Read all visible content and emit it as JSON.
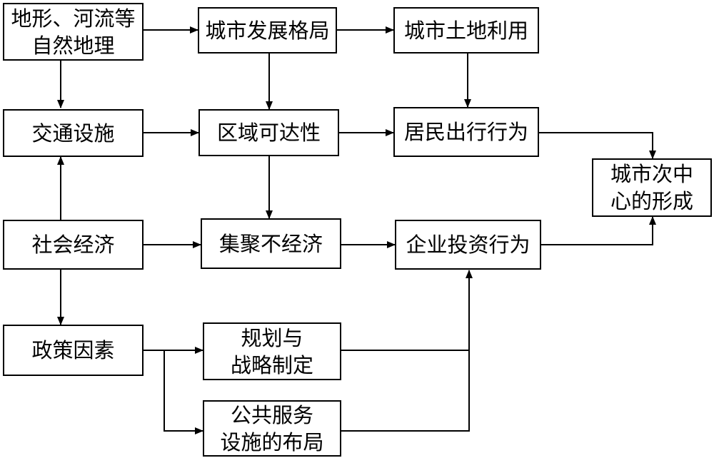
{
  "nodes": {
    "terrain": [
      "地形、河流等",
      "自然地理"
    ],
    "pattern": [
      "城市发展格局"
    ],
    "landuse": [
      "城市土地利用"
    ],
    "transport": [
      "交通设施"
    ],
    "access": [
      "区域可达性"
    ],
    "travel": [
      "居民出行行为"
    ],
    "subcenter": [
      "城市次中",
      "心的形成"
    ],
    "socio": [
      "社会经济"
    ],
    "agglom": [
      "集聚不经济"
    ],
    "enterprise": [
      "企业投资行为"
    ],
    "policy": [
      "政策因素"
    ],
    "planning": [
      "规划与",
      "战略制定"
    ],
    "services": [
      "公共服务",
      "设施的布局"
    ]
  },
  "edges": [
    [
      "terrain",
      "pattern"
    ],
    [
      "pattern",
      "landuse"
    ],
    [
      "terrain",
      "transport"
    ],
    [
      "pattern",
      "access"
    ],
    [
      "landuse",
      "travel"
    ],
    [
      "transport",
      "access"
    ],
    [
      "access",
      "travel"
    ],
    [
      "access",
      "agglom"
    ],
    [
      "socio",
      "transport"
    ],
    [
      "socio",
      "agglom"
    ],
    [
      "agglom",
      "enterprise"
    ],
    [
      "socio",
      "policy"
    ],
    [
      "policy",
      "planning"
    ],
    [
      "policy",
      "services"
    ],
    [
      "planning",
      "enterprise"
    ],
    [
      "services",
      "enterprise"
    ],
    [
      "travel",
      "subcenter"
    ],
    [
      "enterprise",
      "subcenter"
    ]
  ]
}
